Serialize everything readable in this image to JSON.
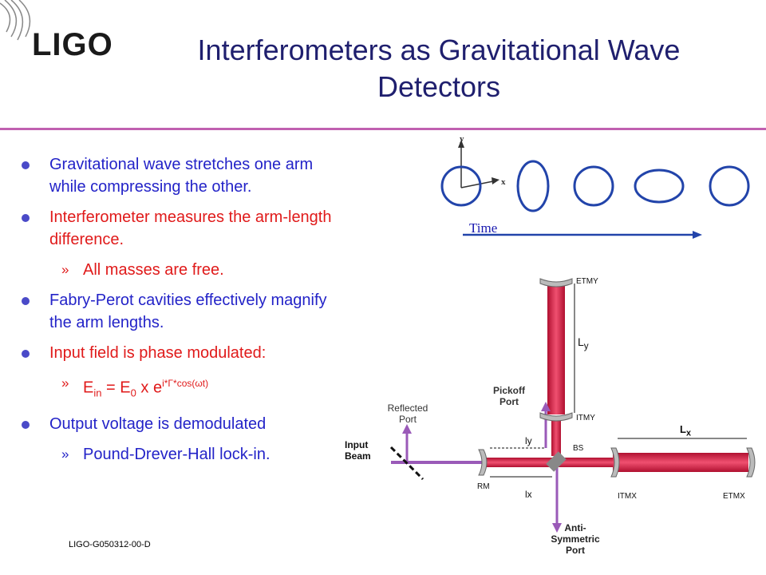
{
  "logo": {
    "text": "LIGO"
  },
  "title": "Interferometers as Gravitational Wave Detectors",
  "bullets": [
    {
      "level": 1,
      "color": "blue",
      "text": "Gravitational wave stretches one arm while compressing the other."
    },
    {
      "level": 1,
      "color": "red",
      "text": "Interferometer measures the arm-length difference."
    },
    {
      "level": 2,
      "color": "red",
      "text": "All masses are free."
    },
    {
      "level": 1,
      "color": "blue",
      "text": "Fabry-Perot cavities effectively magnify the arm lengths."
    },
    {
      "level": 1,
      "color": "red",
      "text": "Input field is phase modulated:"
    },
    {
      "level": 2,
      "color": "red",
      "formula": true,
      "parts": {
        "e1": "E",
        "sub1": "in",
        "eq": " = E",
        "sub2": "0",
        "x": " x e",
        "sup": "i*Γ*cos(ωt)"
      }
    },
    {
      "level": 1,
      "color": "blue",
      "text": "Output voltage is demodulated"
    },
    {
      "level": 2,
      "color": "blue",
      "text": "Pound-Drever-Hall lock-in."
    }
  ],
  "bullet_marker_sub": "»",
  "footer": "LIGO-G050312-00-D",
  "wave_diagram": {
    "axis_y": "y",
    "axis_x": "x",
    "time_label": "Time"
  },
  "ifo_diagram": {
    "etmy": "ETMY",
    "ly_arm": "L",
    "ly_arm_sub": "y",
    "pickoff": "Pickoff\nPort",
    "itmy": "ITMY",
    "reflected": "Reflected\nPort",
    "input_beam": "Input\nBeam",
    "ly_small": "ly",
    "bs": "BS",
    "lx_arm": "L",
    "lx_arm_sub": "x",
    "rm": "RM",
    "lx_small": "lx",
    "itmx": "ITMX",
    "etmx": "ETMX",
    "anti_symmetric": "Anti-\nSymmetric\nPort"
  },
  "colors": {
    "title": "#1f1f6e",
    "rule": "#c060b0",
    "blue_text": "#2323c8",
    "red_text": "#e01a1a",
    "beam": "#e0203a",
    "probe": "#9a5ab8",
    "arrow": "#2244aa"
  }
}
